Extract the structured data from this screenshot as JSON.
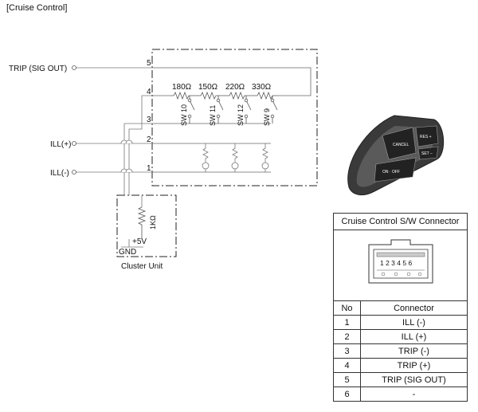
{
  "page": {
    "title": "[Cruise Control]"
  },
  "schematic": {
    "trip_label": "TRIP (SIG OUT)",
    "ill_plus_label": "ILL(+)",
    "ill_minus_label": "ILL(-)",
    "pins": [
      "5",
      "4",
      "3",
      "2",
      "1"
    ],
    "resistors": [
      "180Ω",
      "150Ω",
      "220Ω",
      "330Ω"
    ],
    "switches": [
      "SW 10",
      "SW 11",
      "SW 12",
      "SW 9"
    ],
    "cluster": {
      "resistor_label": "1KΩ",
      "voltage_label": "+5V",
      "gnd_label": "GND",
      "unit_label": "Cluster Unit"
    }
  },
  "switch_photo": {
    "cancel_label": "CANCEL",
    "res_label": "RES +",
    "set_label": "SET −",
    "onoff_label": "ON · OFF"
  },
  "connector_table": {
    "title": "Cruise Control S/W Connector",
    "pin_numbers": "1 2 3 4 5 6",
    "col_no": "No",
    "col_connector": "Connector",
    "rows": [
      {
        "no": "1",
        "connector": "ILL (-)"
      },
      {
        "no": "2",
        "connector": "ILL (+)"
      },
      {
        "no": "3",
        "connector": "TRIP (-)"
      },
      {
        "no": "4",
        "connector": "TRIP (+)"
      },
      {
        "no": "5",
        "connector": "TRIP (SIG OUT)"
      },
      {
        "no": "6",
        "connector": "-"
      }
    ]
  }
}
